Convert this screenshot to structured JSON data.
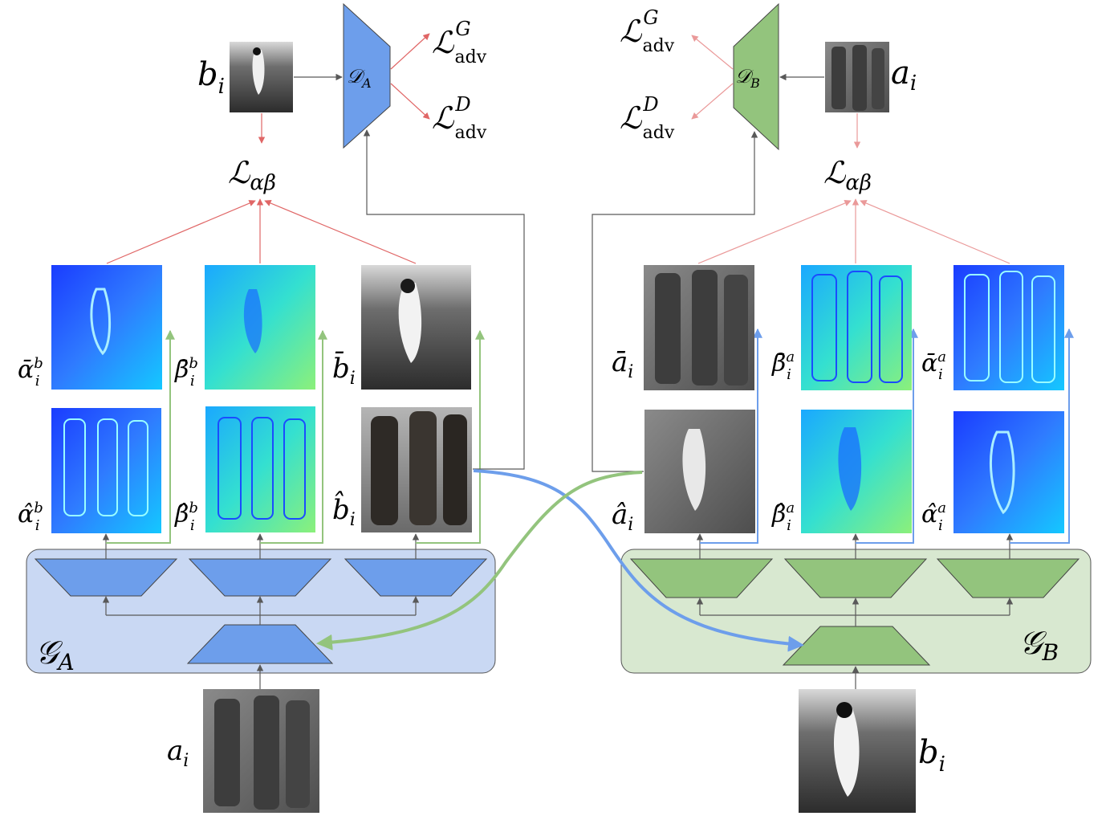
{
  "colors": {
    "generator_a_fill": "#c9d8f3",
    "generator_b_fill": "#d8e8d0",
    "blue_block": "#6d9eeb",
    "green_block": "#93c47d",
    "red_arrow": "#e06666",
    "light_red_arrow": "#ea9999",
    "blue_arrow": "#6d9eeb",
    "green_arrow": "#93c47d",
    "gray_arrow": "#595959"
  },
  "left": {
    "generator_label": {
      "main": "𝒢",
      "sub": "A"
    },
    "discriminator_label": {
      "main": "𝒟",
      "sub": "A"
    },
    "input_label": {
      "main": "a",
      "sub": "i"
    },
    "real_label": {
      "main": "b",
      "sub": "i"
    },
    "loss_ab": {
      "main": "ℒ",
      "sub": "αβ"
    },
    "loss_adv_g": {
      "main": "ℒ",
      "sup": "G",
      "sub": "adv"
    },
    "loss_adv_d": {
      "main": "ℒ",
      "sup": "D",
      "sub": "adv"
    },
    "top_row_labels": [
      {
        "main": "ᾱ",
        "sup": "b",
        "sub": "i"
      },
      {
        "main": "β̄",
        "sup": "b",
        "sub": "i"
      },
      {
        "main": "b̄",
        "sup": "",
        "sub": "i"
      }
    ],
    "bottom_row_labels": [
      {
        "main": "α̂",
        "sup": "b",
        "sub": "i"
      },
      {
        "main": "β̂",
        "sup": "b",
        "sub": "i"
      },
      {
        "main": "b̂",
        "sup": "",
        "sub": "i"
      }
    ]
  },
  "right": {
    "generator_label": {
      "main": "𝒢",
      "sub": "B"
    },
    "discriminator_label": {
      "main": "𝒟",
      "sub": "B"
    },
    "input_label": {
      "main": "b",
      "sub": "i"
    },
    "real_label": {
      "main": "a",
      "sub": "i"
    },
    "loss_ab": {
      "main": "ℒ",
      "sub": "αβ"
    },
    "loss_adv_g": {
      "main": "ℒ",
      "sup": "G",
      "sub": "adv"
    },
    "loss_adv_d": {
      "main": "ℒ",
      "sup": "D",
      "sub": "adv"
    },
    "top_row_labels": [
      {
        "main": "ā",
        "sup": "",
        "sub": "i"
      },
      {
        "main": "β̄",
        "sup": "a",
        "sub": "i"
      },
      {
        "main": "ᾱ",
        "sup": "a",
        "sub": "i"
      }
    ],
    "bottom_row_labels": [
      {
        "main": "â",
        "sup": "",
        "sub": "i"
      },
      {
        "main": "β̂",
        "sup": "a",
        "sub": "i"
      },
      {
        "main": "α̂",
        "sup": "a",
        "sub": "i"
      }
    ]
  }
}
